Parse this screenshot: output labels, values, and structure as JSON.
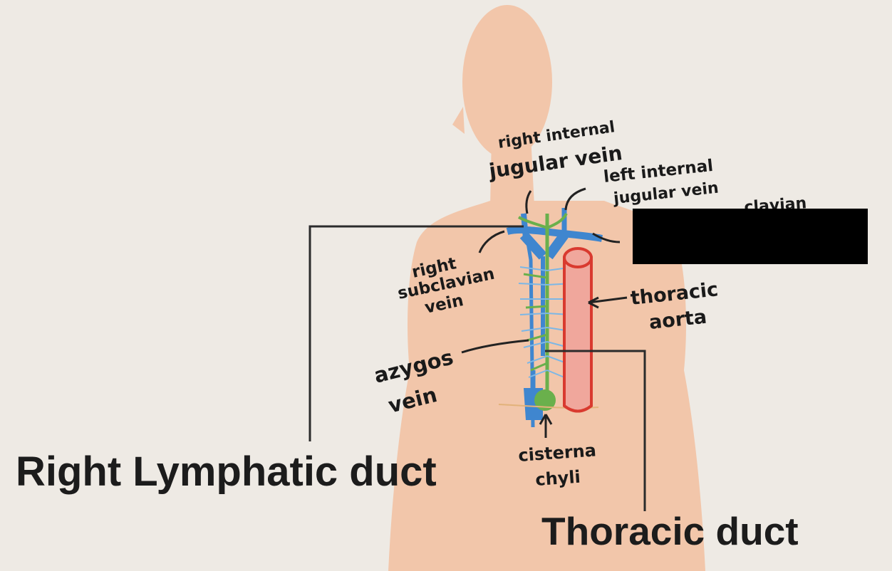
{
  "labels": {
    "right_internal_jugular": [
      "right internal",
      "jugular vein"
    ],
    "left_internal_jugular": [
      "left internal",
      "jugular vein"
    ],
    "left_subclavian_partial": "...clavian",
    "right_subclavian": [
      "right",
      "subclavian",
      "vein"
    ],
    "thoracic_aorta": [
      "thoracic",
      "aorta"
    ],
    "azygos": [
      "azygos",
      "vein"
    ],
    "cisterna_chyli": [
      "cisterna",
      "chyli"
    ],
    "right_lymphatic_duct": "Right Lymphatic duct",
    "thoracic_duct": "Thoracic duct"
  },
  "colors": {
    "background": "#eeeae4",
    "skin": "#f2c6aa",
    "vein": "#3f86cf",
    "lymph": "#6ab04c",
    "aorta_fill": "#f0a79c",
    "aorta_stroke": "#d93a2f",
    "redaction": "#000000",
    "ink": "#1a1a1a"
  }
}
